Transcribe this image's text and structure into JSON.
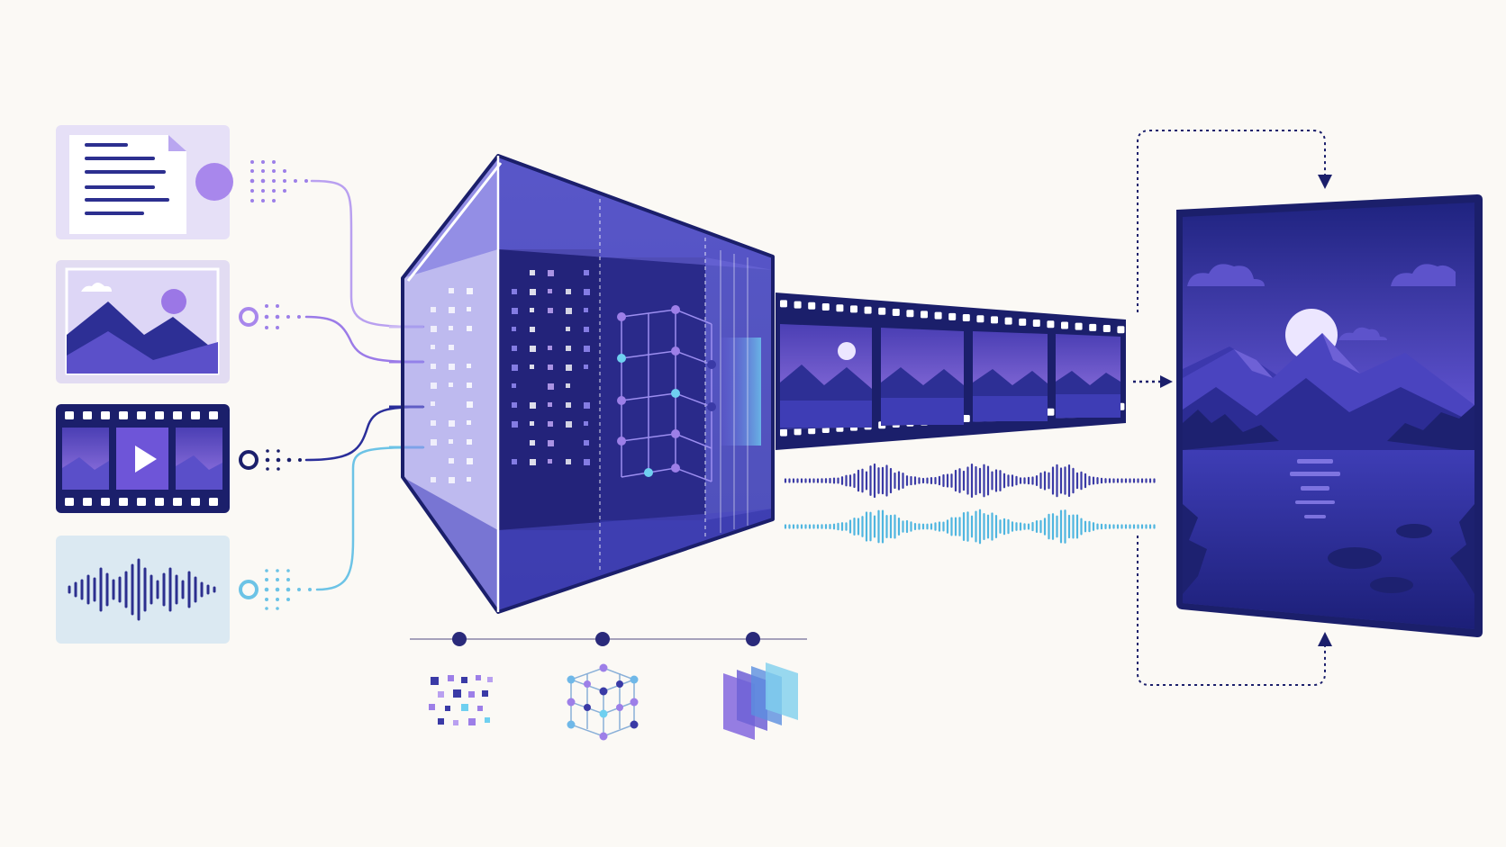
{
  "palette": {
    "background": "#fbf9f5",
    "navy": "#1b1f6b",
    "indigo": "#3a3aa6",
    "violet": "#8a6fe0",
    "lavender": "#e6e0f7",
    "sky": "#4fb6e0",
    "paleblue": "#dbe9f2"
  },
  "inputs": [
    {
      "kind": "text-document",
      "icon": "document-icon"
    },
    {
      "kind": "image",
      "icon": "landscape-image-icon"
    },
    {
      "kind": "video",
      "icon": "film-strip-play-icon"
    },
    {
      "kind": "audio",
      "icon": "audio-waveform-icon"
    }
  ],
  "processing_stages": [
    "token-grid-icon",
    "latent-cube-icon",
    "stacked-layers-icon"
  ],
  "outputs": [
    "film-strip-frames",
    "audio-waveform-tracks",
    "generated-landscape-image"
  ]
}
